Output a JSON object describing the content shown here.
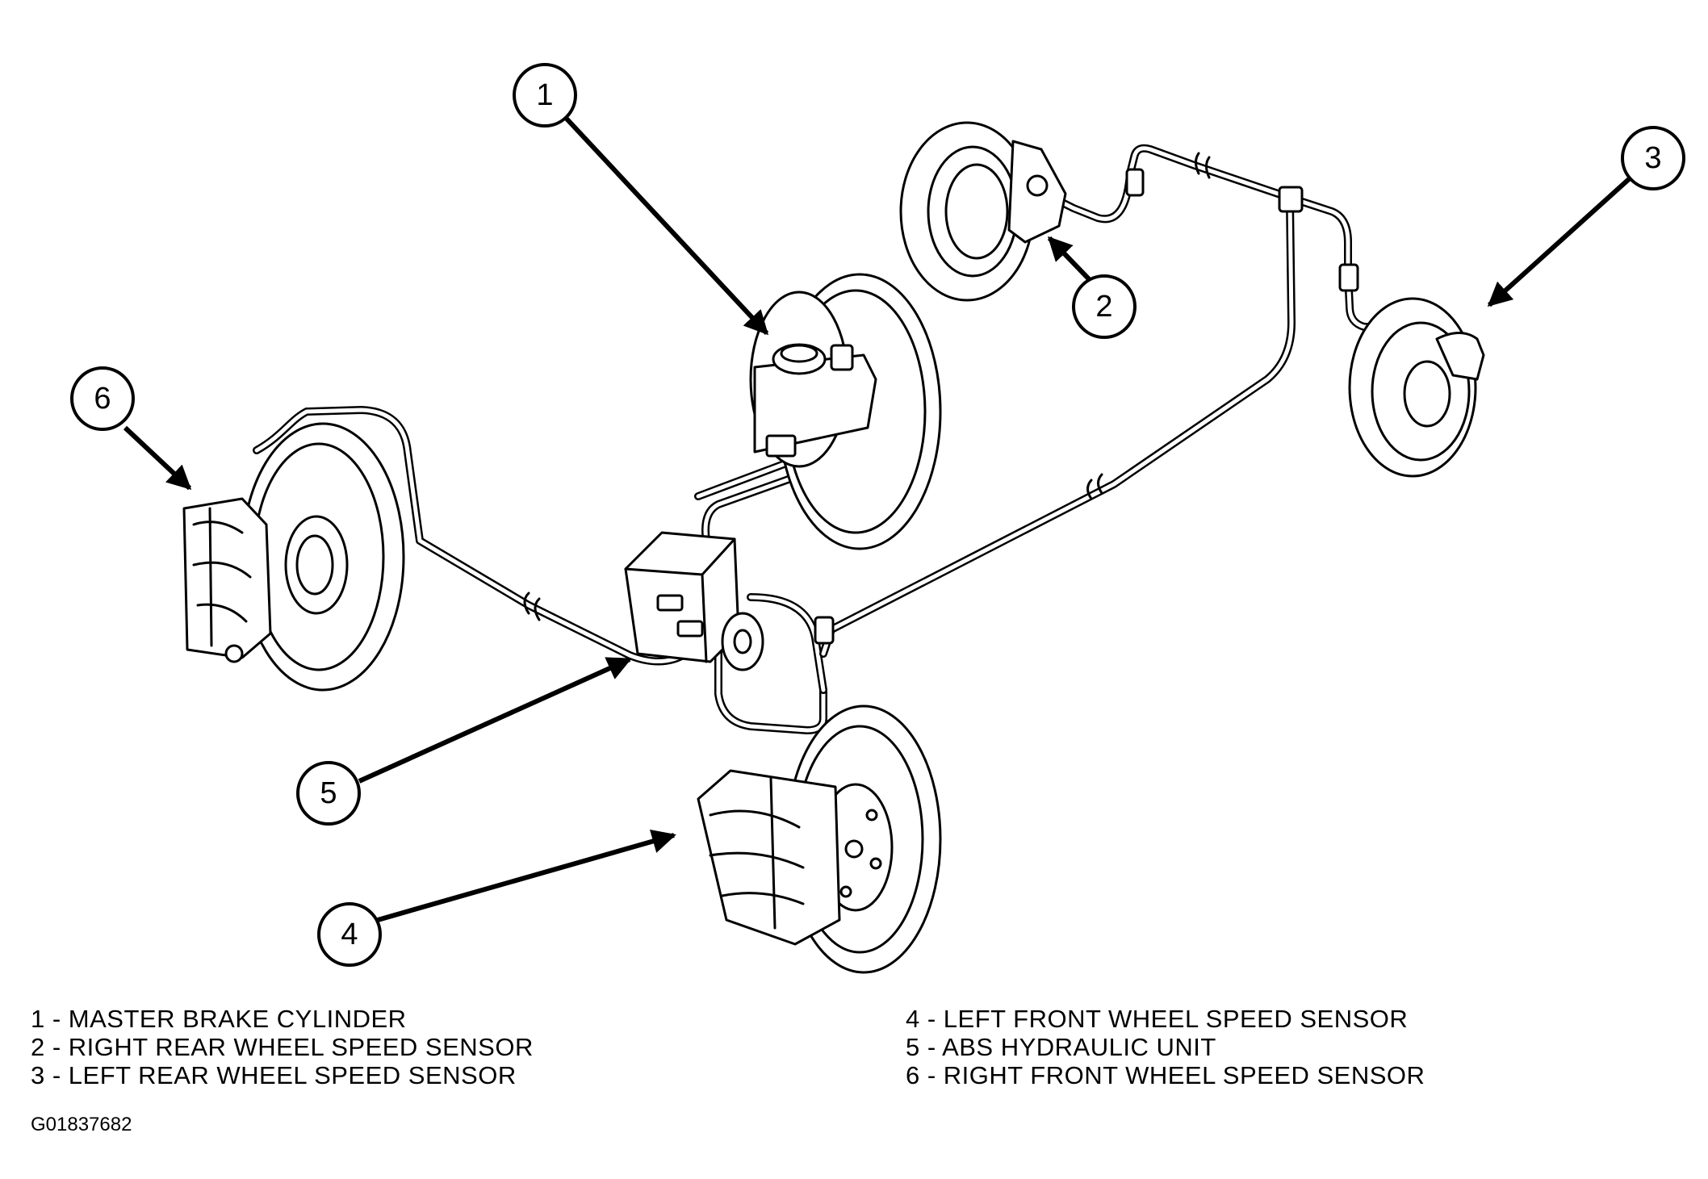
{
  "callouts": [
    "1",
    "2",
    "3",
    "4",
    "5",
    "6"
  ],
  "legend": {
    "left": [
      "1 - MASTER BRAKE CYLINDER",
      "2 - RIGHT REAR WHEEL SPEED SENSOR",
      "3 - LEFT REAR WHEEL SPEED SENSOR"
    ],
    "right": [
      "4 - LEFT FRONT WHEEL SPEED SENSOR",
      "5 - ABS HYDRAULIC UNIT",
      "6 - RIGHT FRONT WHEEL SPEED SENSOR"
    ]
  },
  "figure_code": "G01837682"
}
